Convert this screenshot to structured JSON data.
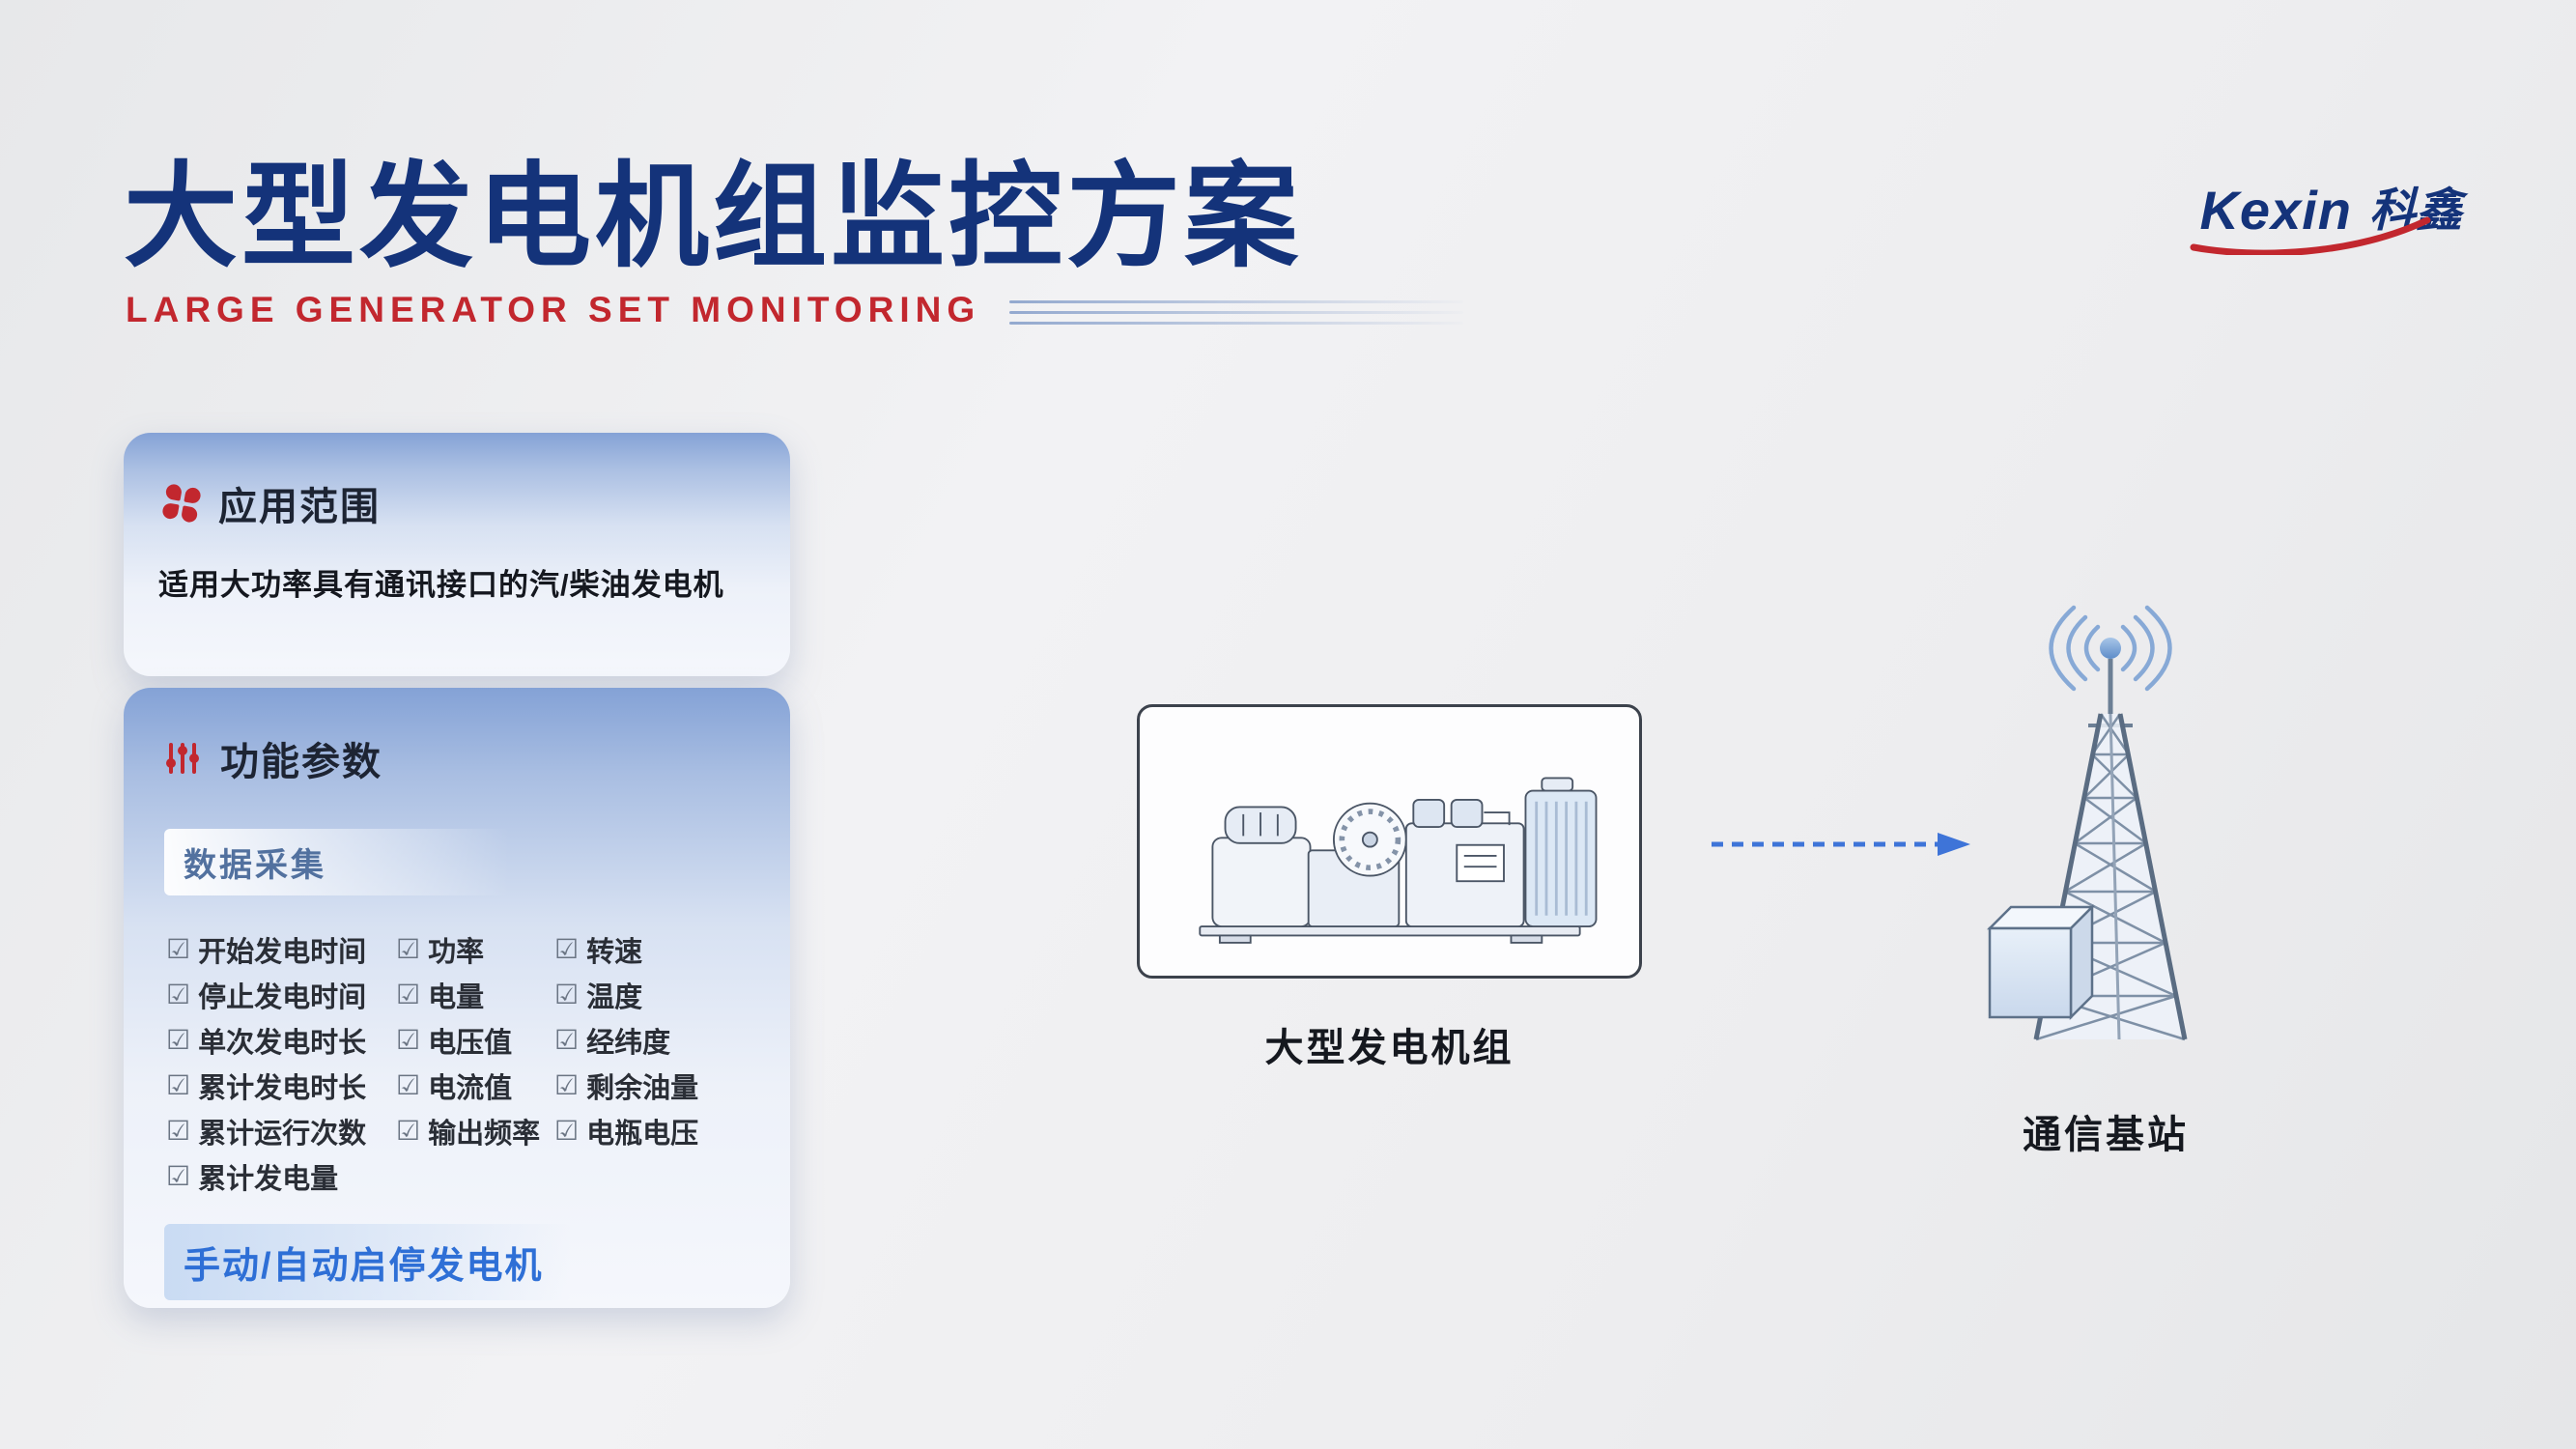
{
  "page": {
    "title": "大型发电机组监控方案",
    "subtitle": "LARGE GENERATOR SET MONITORING"
  },
  "logo": {
    "brand_en": "Kexin",
    "brand_cn": "科鑫"
  },
  "cards": {
    "application": {
      "title": "应用范围",
      "body": "适用大功率具有通讯接口的汽/柴油发电机"
    },
    "function": {
      "title": "功能参数",
      "section_label": "数据采集",
      "columns": [
        [
          "开始发电时间",
          "停止发电时间",
          "单次发电时长",
          "累计发电时长",
          "累计运行次数",
          "累计发电量"
        ],
        [
          "功率",
          "电量",
          "电压值",
          "电流值",
          "输出频率"
        ],
        [
          "转速",
          "温度",
          "经纬度",
          "剩余油量",
          "电瓶电压"
        ]
      ],
      "footer_label": "手动/自动启停发电机"
    }
  },
  "diagram": {
    "generator_label": "大型发电机组",
    "tower_label": "通信基站"
  },
  "icons": {
    "checkbox_checked": "☑"
  },
  "colors": {
    "title_blue": "#14337a",
    "accent_red": "#c2272e",
    "link_blue": "#2e6fd6"
  }
}
